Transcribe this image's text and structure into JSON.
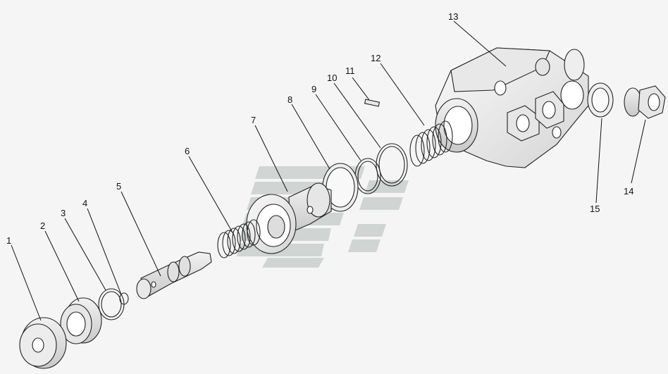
{
  "diagram": {
    "callouts": [
      {
        "id": "1",
        "text": "1"
      },
      {
        "id": "2",
        "text": "2"
      },
      {
        "id": "3",
        "text": "3"
      },
      {
        "id": "4",
        "text": "4"
      },
      {
        "id": "5",
        "text": "5"
      },
      {
        "id": "6",
        "text": "6"
      },
      {
        "id": "7",
        "text": "7"
      },
      {
        "id": "8",
        "text": "8"
      },
      {
        "id": "9",
        "text": "9"
      },
      {
        "id": "10",
        "text": "10"
      },
      {
        "id": "11",
        "text": "11"
      },
      {
        "id": "12",
        "text": "12"
      },
      {
        "id": "13",
        "text": "13"
      },
      {
        "id": "14",
        "text": "14"
      },
      {
        "id": "15",
        "text": "15"
      }
    ],
    "colors": {
      "background": "#f5f5f5",
      "line": "#111111",
      "part_fill": "#f0f0f0",
      "part_shade": "#d8d8d8",
      "watermark": "#cfd3d2"
    }
  }
}
